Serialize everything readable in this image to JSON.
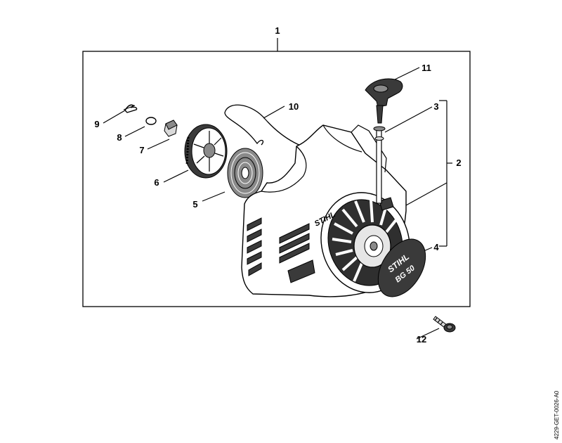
{
  "labels": {
    "l1": "1",
    "l2": "2",
    "l3": "3",
    "l4": "4",
    "l5": "5",
    "l6": "6",
    "l7": "7",
    "l8": "8",
    "l9": "9",
    "l10": "10",
    "l11": "11",
    "l12": "12"
  },
  "housing_brand": "STIHL",
  "cap_brand": "STIHL",
  "cap_model": "BG 50",
  "drawing_code": "4229-GET-0026-A0"
}
